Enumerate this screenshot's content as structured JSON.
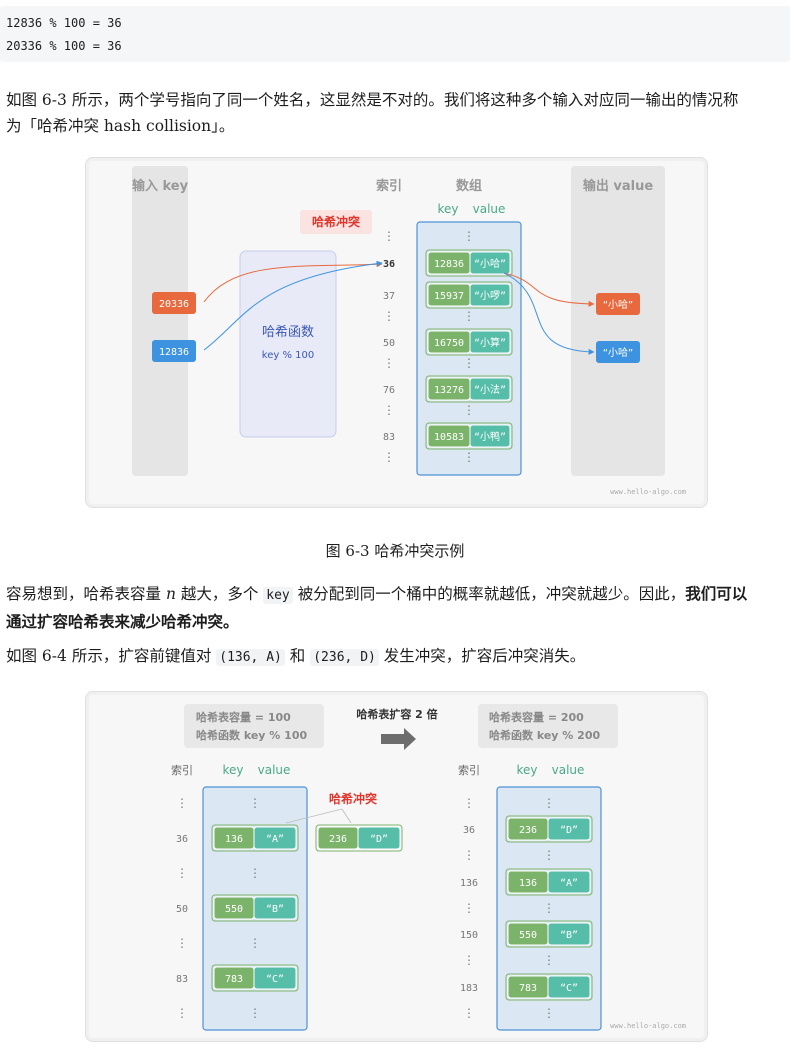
{
  "code_lines": [
    "12836 % 100 = 36",
    "20336 % 100 = 36"
  ],
  "para1": {
    "line1": "如图 6-3 所示，两个学号指向了同一个姓名，这显然是不对的。我们将这种多个输入对应同一输出的情况称",
    "line2": "为「哈希冲突 hash collision」。"
  },
  "fig1": {
    "input_title": "输入 key",
    "index_title": "索引",
    "array_title": "数组",
    "output_title": "输出 value",
    "key_label": "key",
    "value_label": "value",
    "collision_label": "哈希冲突",
    "hash_func_title": "哈希函数",
    "hash_func_expr": "key % 100",
    "inputs": [
      "20336",
      "12836"
    ],
    "indices": [
      "36",
      "37",
      "50",
      "76",
      "83"
    ],
    "ellipsis": "⋮",
    "buckets": [
      {
        "key": "12836",
        "value": "“小哈”"
      },
      {
        "key": "15937",
        "value": "“小啰”"
      },
      {
        "key": "16750",
        "value": "“小算”"
      },
      {
        "key": "13276",
        "value": "“小法”"
      },
      {
        "key": "10583",
        "value": "“小鸭”"
      }
    ],
    "outputs": [
      "“小哈”",
      "“小哈”"
    ],
    "watermark": "www.hello-algo.com",
    "colors": {
      "orange": "#e8693d",
      "blue": "#3e93e0",
      "green": "#7cb36b",
      "teal": "#56bda9"
    }
  },
  "caption1": "图 6-3   哈希冲突示例",
  "para2": {
    "line1_a": "容易想到，哈希表容量 ",
    "line1_var": "n",
    "line1_b": " 越大，多个 ",
    "line1_code": "key",
    "line1_c": " 被分配到同一个桶中的概率就越低，冲突就越少。因此，",
    "line1_bold": "我们可以",
    "line2_bold": "通过扩容哈希表来减少哈希冲突。"
  },
  "para3": {
    "a": "如图 6-4 所示，扩容前键值对 ",
    "code1": "(136, A)",
    "b": " 和 ",
    "code2": "(236, D)",
    "c": " 发生冲突，扩容后冲突消失。"
  },
  "fig2": {
    "left_info_1": "哈希表容量 = 100",
    "left_info_2": "哈希函数 key % 100",
    "arrow_label": "哈希表扩容 2 倍",
    "right_info_1": "哈希表容量 = 200",
    "right_info_2": "哈希函数 key % 200",
    "index_title": "索引",
    "key_label": "key",
    "value_label": "value",
    "collision_label": "哈希冲突",
    "ellipsis": "⋮",
    "left_indices": [
      "36",
      "50",
      "83"
    ],
    "left_buckets": [
      {
        "key": "136",
        "value": "“A”"
      },
      {
        "key": "550",
        "value": "“B”"
      },
      {
        "key": "783",
        "value": "“C”"
      }
    ],
    "collide_entry": {
      "key": "236",
      "value": "“D”"
    },
    "right_indices": [
      "36",
      "136",
      "150",
      "183"
    ],
    "right_buckets": [
      {
        "key": "236",
        "value": "“D”"
      },
      {
        "key": "136",
        "value": "“A”"
      },
      {
        "key": "550",
        "value": "“B”"
      },
      {
        "key": "783",
        "value": "“C”"
      }
    ],
    "watermark": "www.hello-algo.com"
  }
}
